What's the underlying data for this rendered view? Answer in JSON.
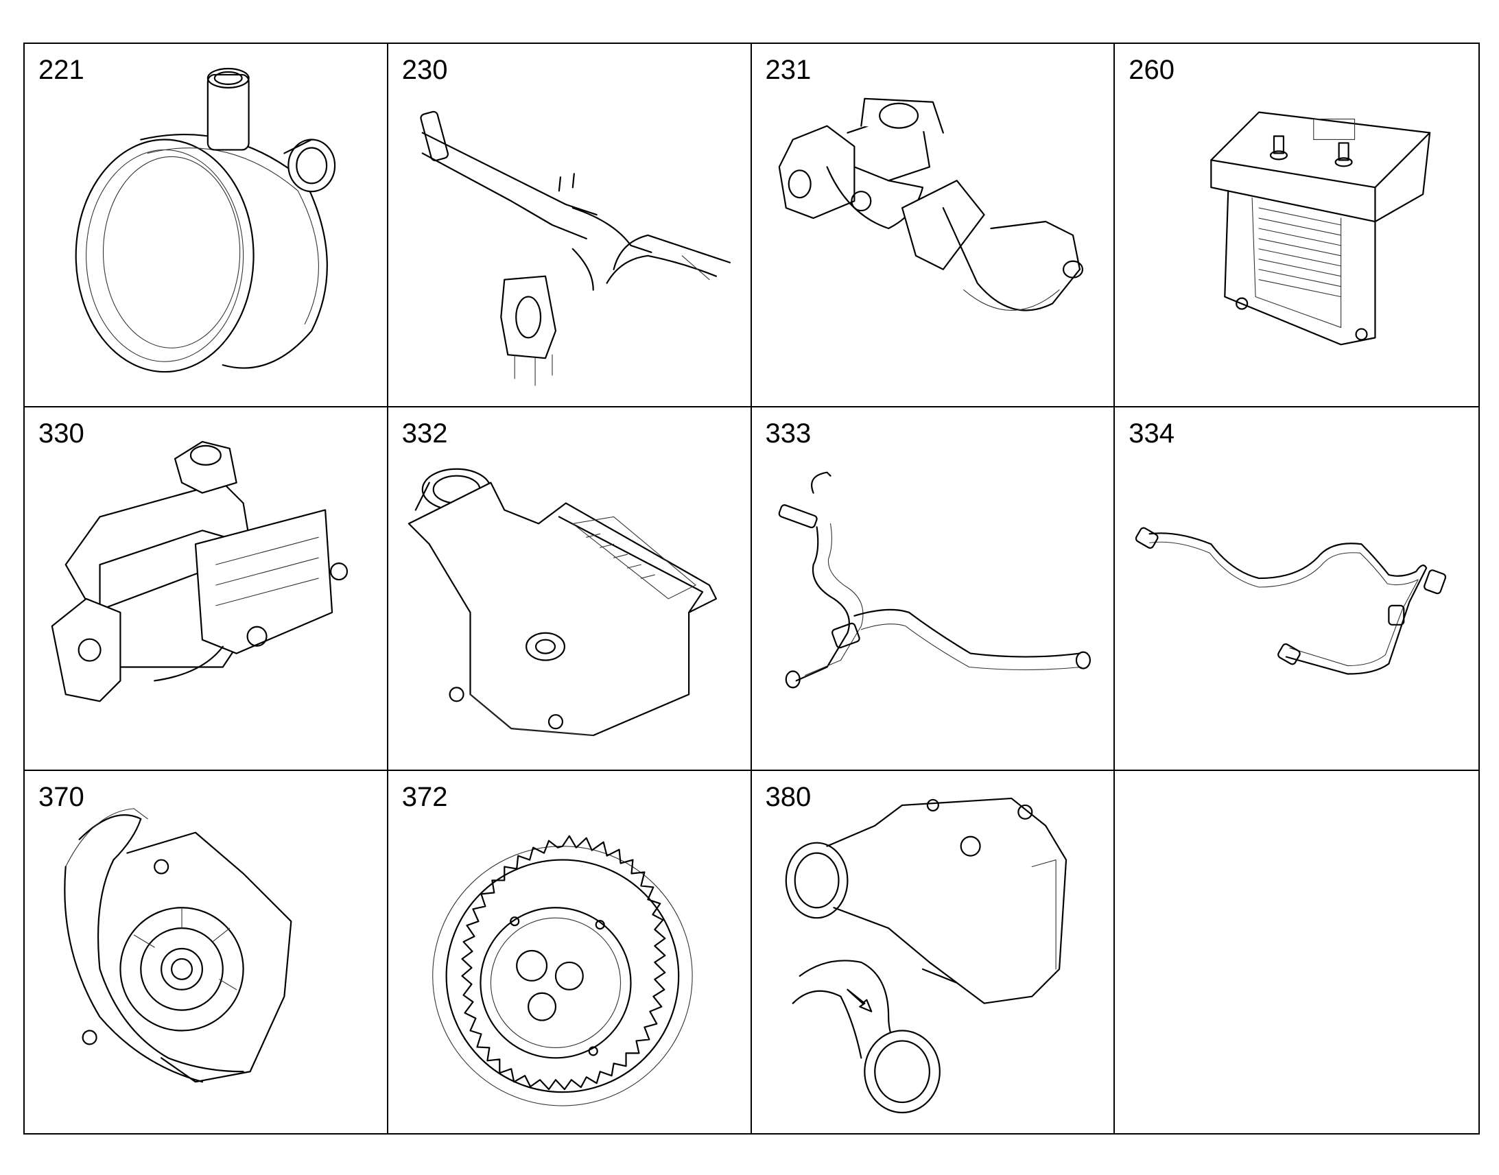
{
  "parts": [
    {
      "number": "221",
      "icon": "turbo-housing-icon"
    },
    {
      "number": "230",
      "icon": "pipe-assembly-icon"
    },
    {
      "number": "231",
      "icon": "manifold-icon"
    },
    {
      "number": "260",
      "icon": "oil-cooler-icon"
    },
    {
      "number": "330",
      "icon": "pump-assembly-icon"
    },
    {
      "number": "332",
      "icon": "oil-pan-icon"
    },
    {
      "number": "333",
      "icon": "hose-icon"
    },
    {
      "number": "334",
      "icon": "tube-line-icon"
    },
    {
      "number": "370",
      "icon": "water-pump-icon"
    },
    {
      "number": "372",
      "icon": "gear-icon"
    },
    {
      "number": "380",
      "icon": "thermostat-housing-icon"
    },
    {
      "number": "",
      "icon": ""
    }
  ]
}
